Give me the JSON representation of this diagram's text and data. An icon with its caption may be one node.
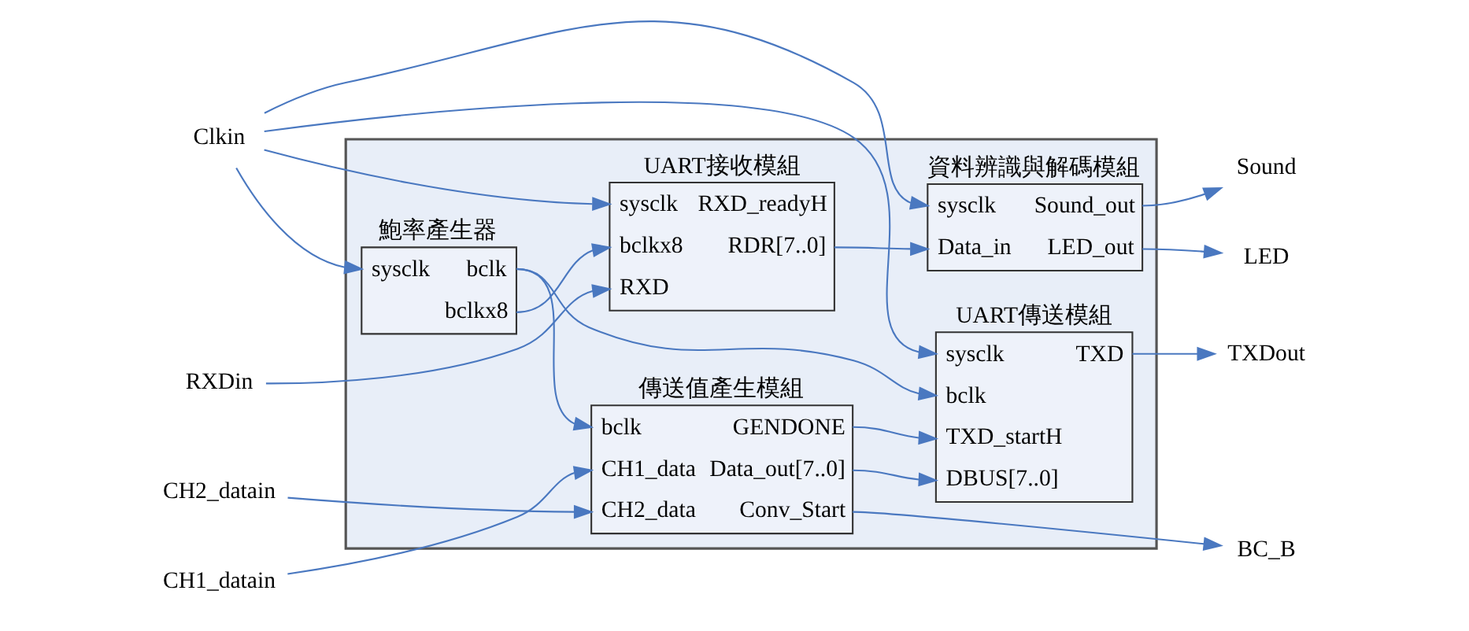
{
  "diagram": {
    "nodes": [
      {
        "text": [],
        "shape": "box"
      },
      {
        "text": [
          "Clkin"
        ]
      },
      {
        "text": [
          "CH1_datain"
        ]
      },
      {
        "text": [
          "CH2_datain"
        ]
      },
      {
        "text": [
          "RXDin"
        ]
      },
      {
        "text": [
          "鮑率產生器",
          "sysclk",
          "bclk",
          "bclkx8"
        ],
        "in": 0
      },
      {
        "text": [
          "傳送值產生模組",
          "bclk",
          "CH1_data",
          "CH2_data",
          "GENDONE",
          "Data_out[7..0]",
          "Conv_Start"
        ],
        "in": 0
      },
      {
        "text": [
          "UART傳送模組",
          "sysclk",
          "bclk",
          "TXD_startH",
          "DBUS[7..0]",
          "TXD"
        ],
        "in": 0
      },
      {
        "text": [
          "資料辨識與解碼模組",
          "sysclk",
          "Data_in",
          "Sound_out",
          "LED_out"
        ],
        "in": 0
      },
      {
        "text": [
          "UART接收模組",
          "sysclk",
          "bclkx8",
          "RXD",
          "RXD_readyH",
          "RDR[7..0]"
        ],
        "in": 0
      },
      {
        "text": [
          "TXDout"
        ]
      },
      {
        "text": [
          "BC_B"
        ]
      },
      {
        "text": [
          "Sound"
        ]
      },
      {
        "text": [
          "LED"
        ]
      }
    ],
    "edges": [
      {
        "from": 1,
        "to": 5,
        "arrow": "to"
      },
      {
        "from": 1,
        "to": 7,
        "arrow": "to"
      },
      {
        "from": 1,
        "to": 8,
        "arrow": "to"
      },
      {
        "from": 1,
        "to": 9,
        "arrow": "to"
      },
      {
        "from": 5,
        "to": 6,
        "arrow": "to"
      },
      {
        "from": 5,
        "to": 7,
        "arrow": "to"
      },
      {
        "from": 5,
        "to": 9,
        "arrow": "to"
      },
      {
        "from": 2,
        "to": 6,
        "arrow": "to"
      },
      {
        "from": 3,
        "to": 6,
        "arrow": "to"
      },
      {
        "from": 6,
        "to": 7,
        "arrow": "to"
      },
      {
        "from": 6,
        "to": 7,
        "arrow": "to"
      },
      {
        "from": 6,
        "to": 11,
        "arrow": "to"
      },
      {
        "from": 7,
        "to": 10,
        "arrow": "to"
      },
      {
        "from": 4,
        "to": 9,
        "arrow": "to"
      },
      {
        "from": 9,
        "to": 8,
        "arrow": "to"
      },
      {
        "from": 8,
        "to": 12,
        "arrow": "to"
      },
      {
        "from": 8,
        "to": 13,
        "arrow": "to"
      }
    ]
  }
}
